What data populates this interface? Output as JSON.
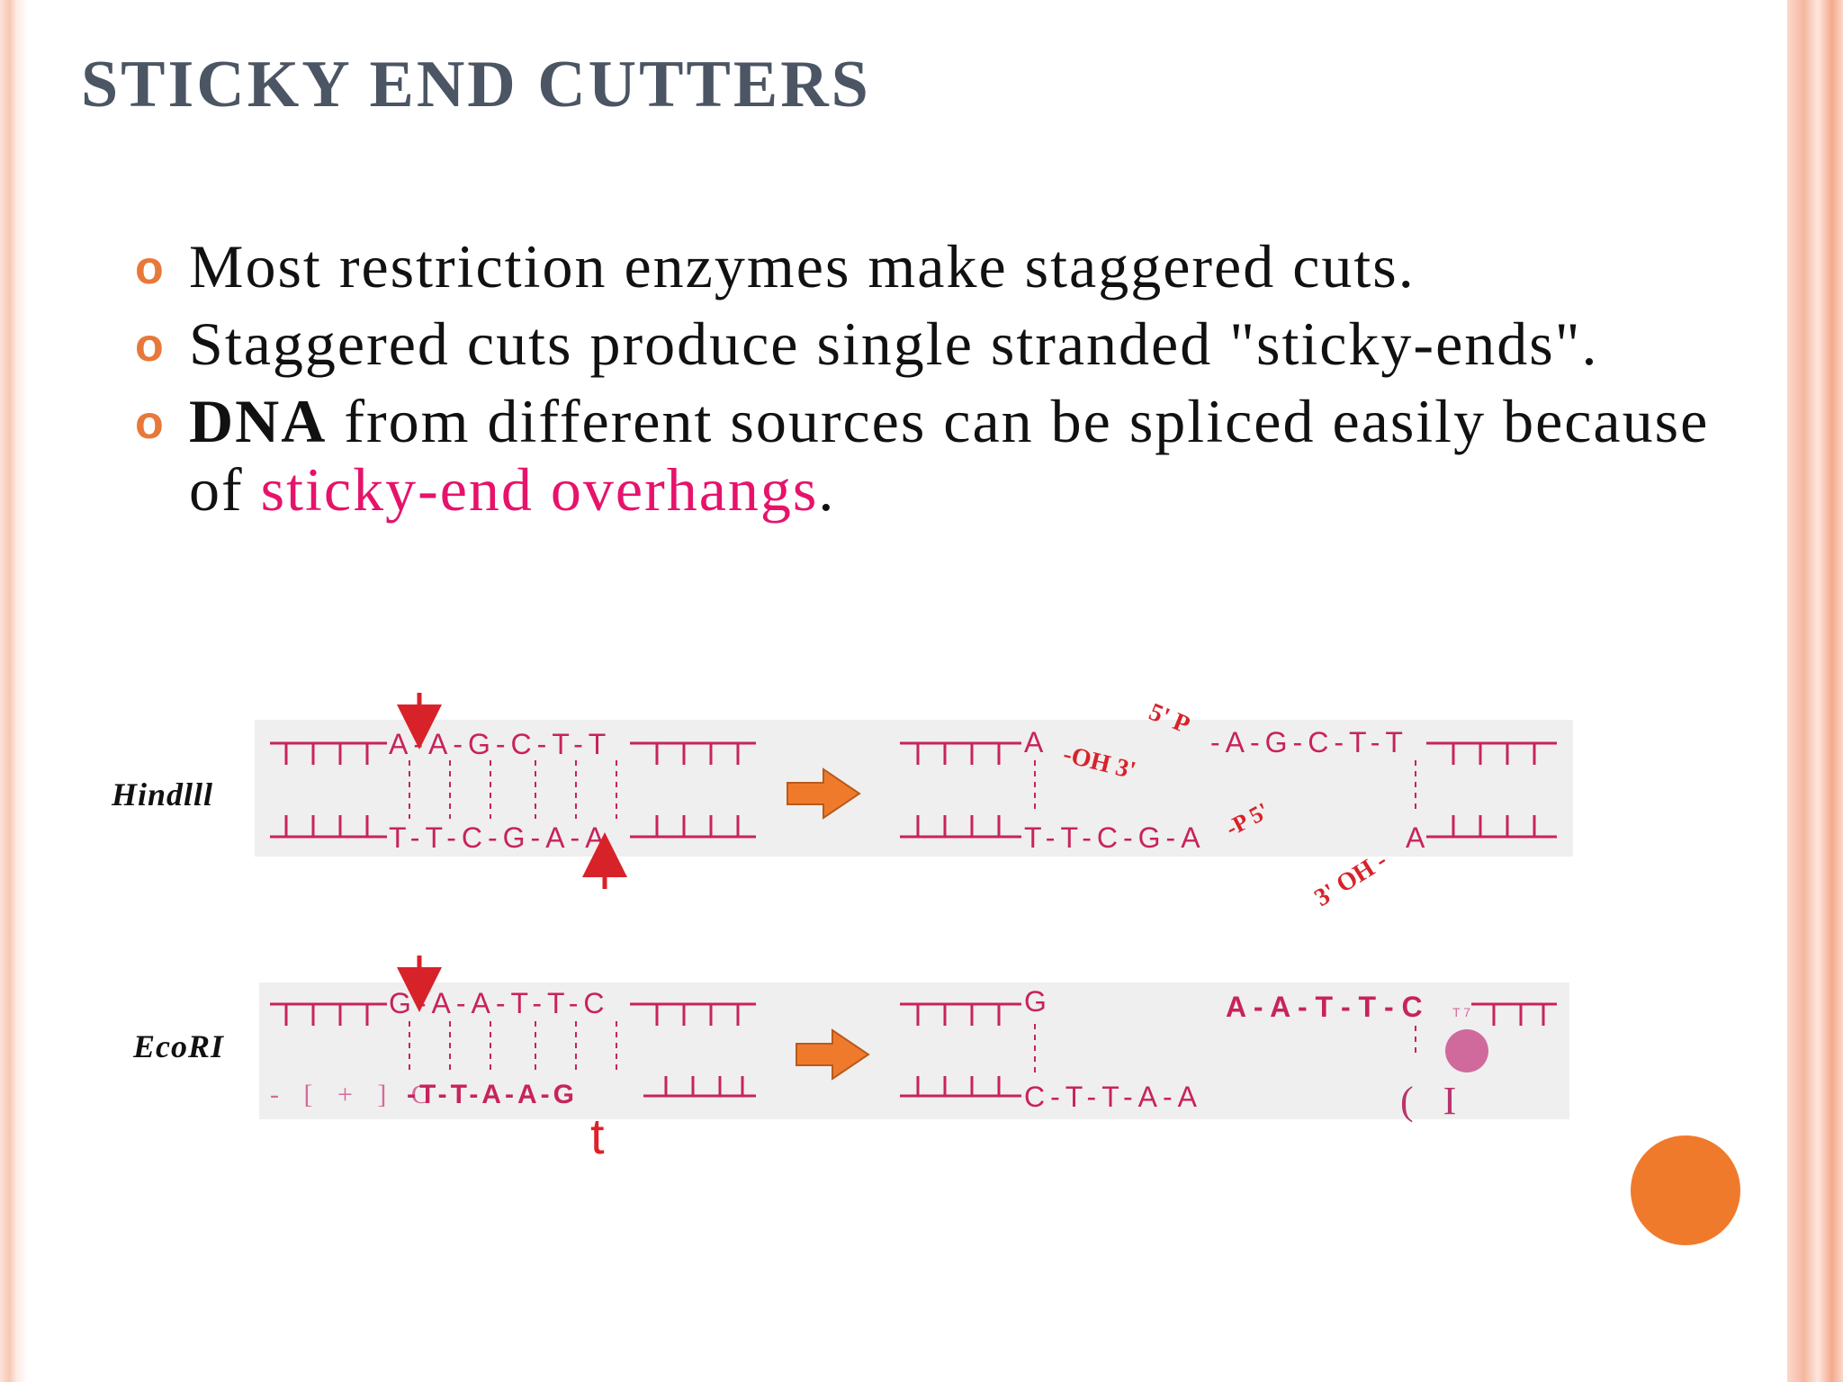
{
  "title": "STICKY END  CUTTERS",
  "bullets": [
    {
      "pre": "",
      "strong": "",
      "text": "Most restriction enzymes make  staggered cuts.",
      "highlight": "",
      "post": ""
    },
    {
      "pre": "",
      "strong": "",
      "text": "Staggered cuts produce  single  stranded \"sticky-ends\".",
      "highlight": "",
      "post": ""
    },
    {
      "pre": "",
      "strong": "DNA",
      "text": " from different sources can be spliced easily because of ",
      "highlight": "sticky-end overhangs",
      "post": "."
    }
  ],
  "colors": {
    "accent": "#e8783a",
    "highlight": "#e6136b",
    "dna": "#c8235b",
    "arrow": "#f07a2c",
    "title": "#4b5563"
  },
  "diagrams": {
    "hindiii": {
      "label": "Hindlll",
      "left_top": "A-A-G-C-T-T",
      "left_bottom": "T-T-C-G-A-A",
      "right_top_a": "A",
      "right_top_oh": "-OH 3'",
      "right_top_p": "5' P",
      "right_top_seq": "-A-G-C-T-T",
      "right_bottom_seq": "T-T-C-G-A",
      "right_bottom_p": "-P 5'",
      "right_bottom_oh": "3' OH -",
      "right_bottom_a": "A"
    },
    "ecori": {
      "label": "EcoRI",
      "left_top": "G-A-A-T-T-C",
      "left_bottom": "-T-T-A-A-G",
      "left_bottom_marks": "- [ + ] C",
      "left_below": "t",
      "right_top_g": "G",
      "right_bottom_seq": "C-T-T-A-A",
      "right_top_seq": "A - A - T - T - C",
      "right_small": "T 7",
      "right_bottom_marks": "(   I"
    }
  }
}
